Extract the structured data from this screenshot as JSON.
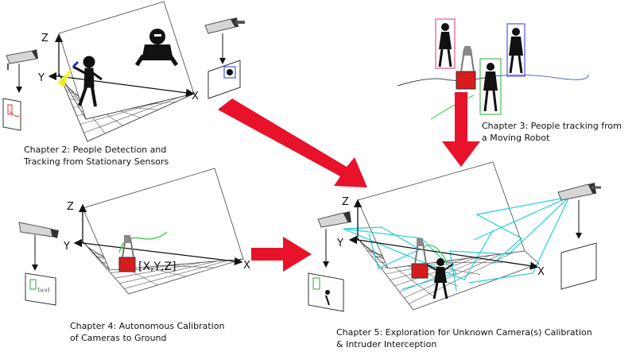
{
  "colors": {
    "arrow": "#e8122a",
    "grid": "#444444",
    "trail_green": "#31c93a",
    "trail_blue": "#2038d8",
    "camera_links": "#22d0d6",
    "box_pink": "#e0327a",
    "box_blue": "#2a35d8",
    "box_green": "#28a836",
    "robot_red": "#d61c1c"
  },
  "axes": {
    "x": "X",
    "y": "Y",
    "z": "Z"
  },
  "chapters": {
    "ch2": {
      "line1": "Chapter 2: People Detection and",
      "line2": "Tracking from Stationary Sensors"
    },
    "ch3": {
      "line1": "Chapter 3: People tracking from",
      "line2": "a Moving Robot"
    },
    "ch4": {
      "line1": "Chapter 4: Autonomous Calibration",
      "line2": "of Cameras to Ground"
    },
    "ch5": {
      "line1": "Chapter 5: Exploration for Unknown Camera(s) Calibration",
      "line2": "& Intruder Interception"
    }
  },
  "labels": {
    "world_point": "[X,Y,Z]",
    "image_point": "[u,v]"
  },
  "icons": [
    "security-camera-icon",
    "person-silhouette-icon",
    "robot-icon",
    "flashlight-icon",
    "image-plane-icon"
  ]
}
